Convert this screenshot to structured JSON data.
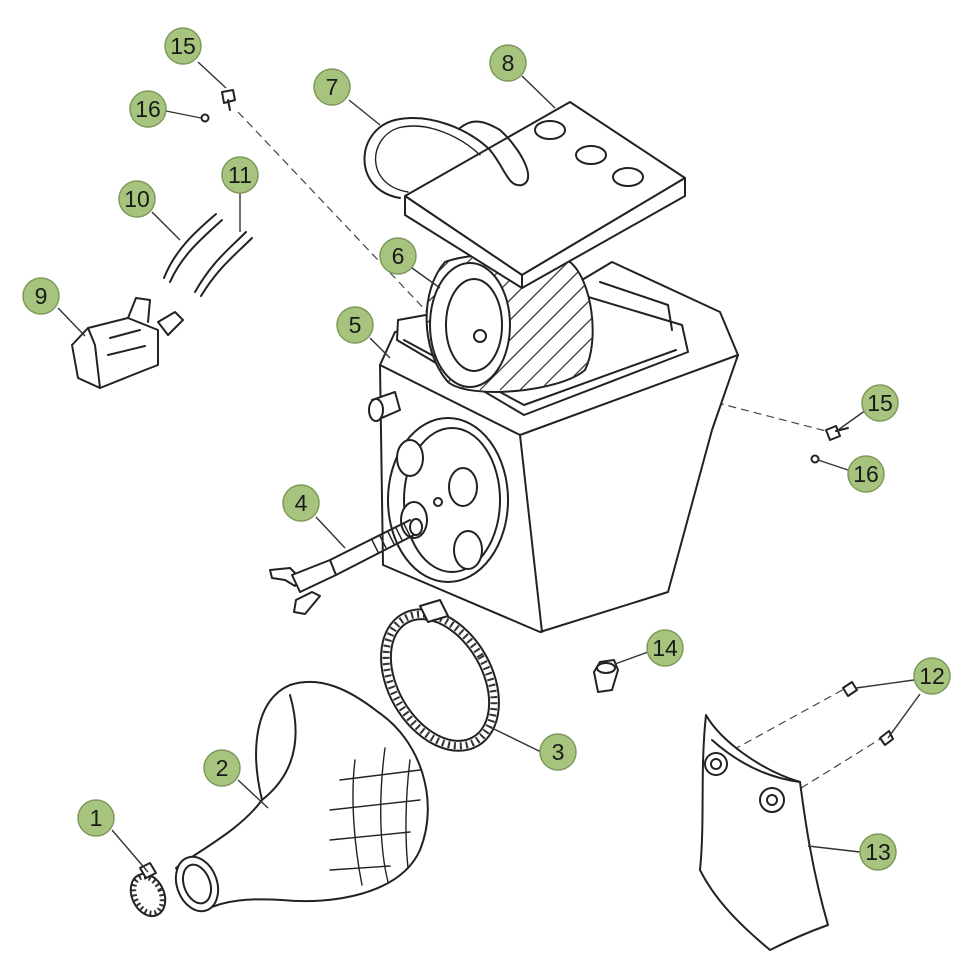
{
  "callouts": [
    {
      "id": "1",
      "label": "1"
    },
    {
      "id": "2",
      "label": "2"
    },
    {
      "id": "3",
      "label": "3"
    },
    {
      "id": "4",
      "label": "4"
    },
    {
      "id": "5",
      "label": "5"
    },
    {
      "id": "6",
      "label": "6"
    },
    {
      "id": "7",
      "label": "7"
    },
    {
      "id": "8",
      "label": "8"
    },
    {
      "id": "9",
      "label": "9"
    },
    {
      "id": "10",
      "label": "10"
    },
    {
      "id": "11",
      "label": "11"
    },
    {
      "id": "12",
      "label": "12"
    },
    {
      "id": "13",
      "label": "13"
    },
    {
      "id": "14",
      "label": "14"
    },
    {
      "id": "15a",
      "label": "15"
    },
    {
      "id": "16a",
      "label": "16"
    },
    {
      "id": "15b",
      "label": "15"
    },
    {
      "id": "16b",
      "label": "16"
    }
  ],
  "colors": {
    "badge_fill": "#a7c47f",
    "badge_stroke": "#7d9a5a",
    "line": "#222222"
  }
}
